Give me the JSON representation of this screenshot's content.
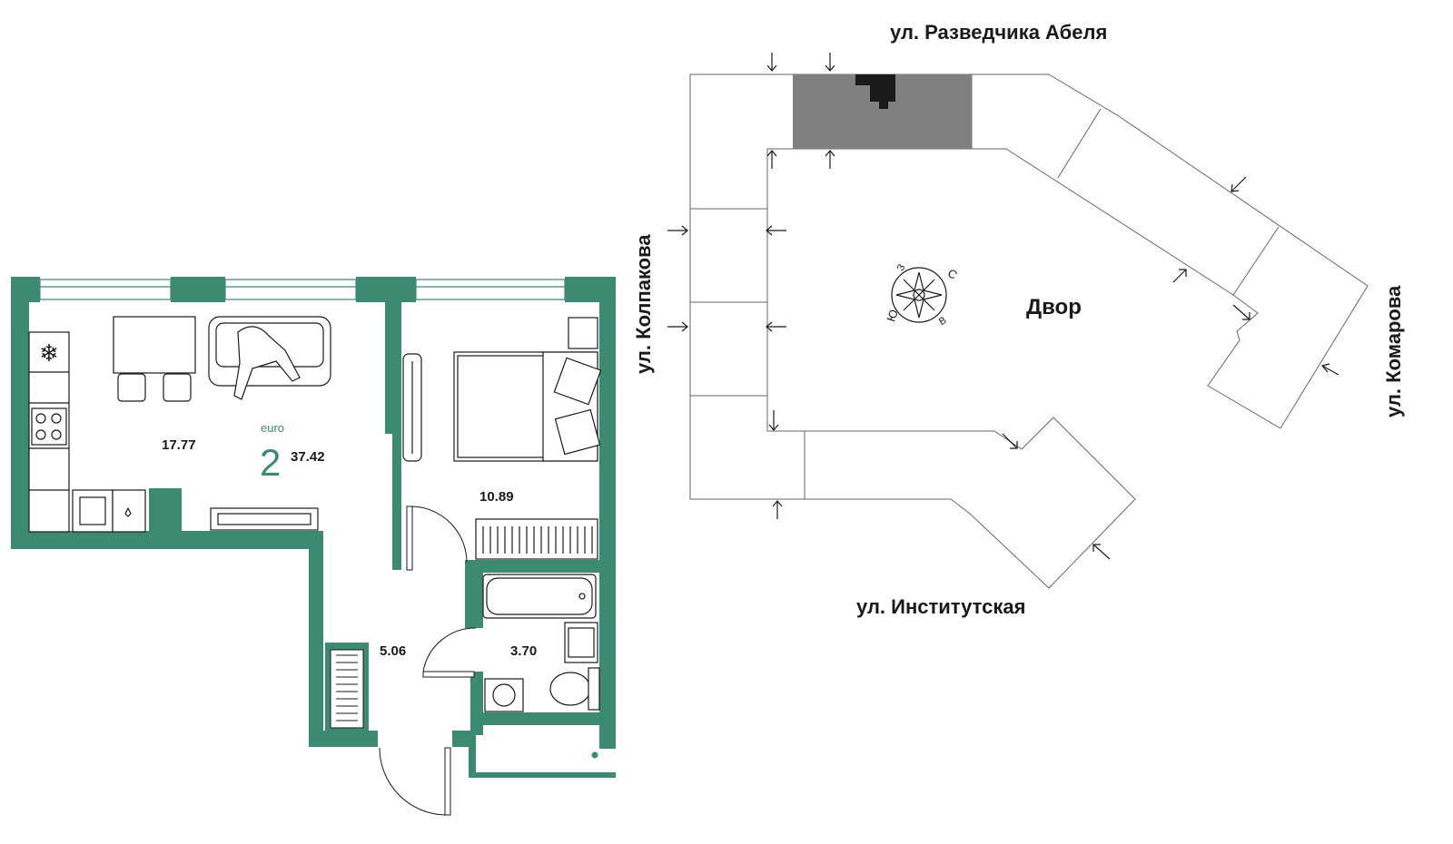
{
  "colors": {
    "wall": "#3d8a72",
    "accent": "#3d8a72",
    "highlight": "#808080",
    "line": "#666666"
  },
  "plan": {
    "type_label": "euro",
    "rooms_count": "2",
    "total_area": "37.42",
    "rooms": [
      {
        "name": "kitchen-living",
        "area": "17.77"
      },
      {
        "name": "bedroom",
        "area": "10.89"
      },
      {
        "name": "hallway",
        "area": "5.06"
      },
      {
        "name": "bathroom",
        "area": "3.70"
      }
    ]
  },
  "site": {
    "courtyard": "Двор",
    "streets": {
      "north": "ул. Разведчика Абеля",
      "west": "ул. Колпакова",
      "east": "ул. Комарова",
      "south": "ул. Институтская"
    },
    "compass": {
      "n": "С",
      "e": "В",
      "s": "Ю",
      "w": "З"
    }
  }
}
